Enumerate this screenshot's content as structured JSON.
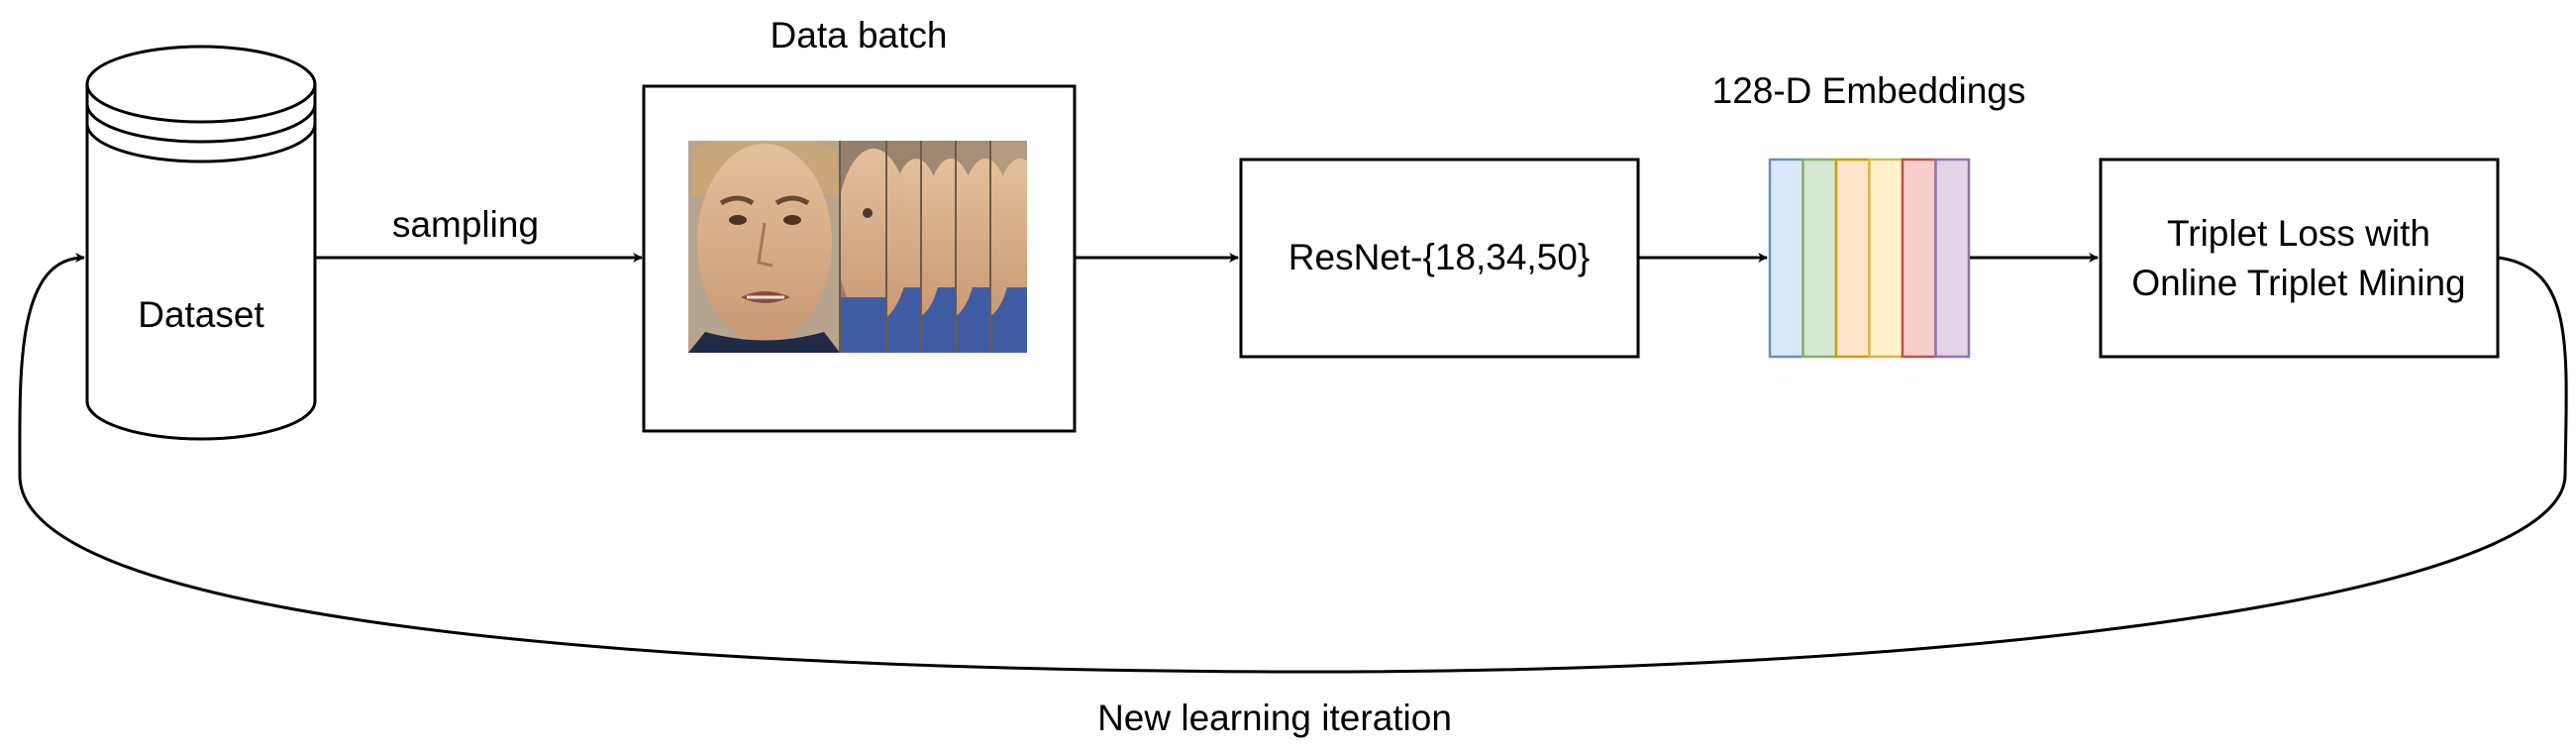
{
  "nodes": {
    "dataset": {
      "label": "Dataset"
    },
    "data_batch": {
      "title": "Data batch",
      "frame_count": 6
    },
    "resnet": {
      "label": "ResNet-{18,34,50}"
    },
    "embeddings": {
      "title": "128-D Embeddings",
      "bands": [
        {
          "fill": "#dae8fc",
          "stroke": "#6c8ebf"
        },
        {
          "fill": "#d5e8d4",
          "stroke": "#82b366"
        },
        {
          "fill": "#ffe6cc",
          "stroke": "#d79b00"
        },
        {
          "fill": "#fff2cc",
          "stroke": "#d6b656"
        },
        {
          "fill": "#f8cecc",
          "stroke": "#b85450"
        },
        {
          "fill": "#e1d5e7",
          "stroke": "#9673a6"
        }
      ]
    },
    "triplet_loss": {
      "line1": "Triplet Loss with",
      "line2": "Online Triplet Mining"
    }
  },
  "edges": {
    "sampling": {
      "label": "sampling"
    },
    "loop": {
      "label": "New learning iteration"
    }
  }
}
